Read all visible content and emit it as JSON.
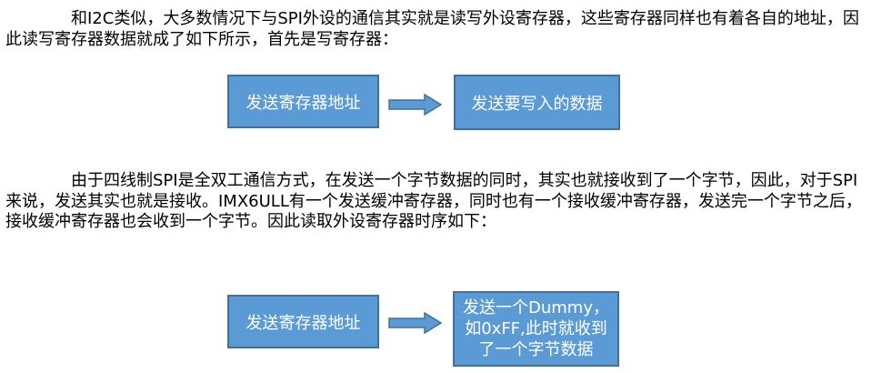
{
  "paragraphs": {
    "first": "和I2C类似，大多数情况下与SPI外设的通信其实就是读写外设寄存器，这些寄存器同样也有着各自的地址，因此读写寄存器数据就成了如下所示，首先是写寄存器：",
    "second": "由于四线制SPI是全双工通信方式，在发送一个字节数据的同时，其实也就接收到了一个字节，因此，对于SPI来说，发送其实也就是接收。IMX6ULL有一个发送缓冲寄存器，同时也有一个接收缓冲寄存器，发送完一个字节之后，接收缓冲寄存器也会收到一个字节。因此读取外设寄存器时序如下："
  },
  "diagram_write": {
    "step1": "发送寄存器地址",
    "step2": "发送要写入的数据"
  },
  "diagram_read": {
    "step1": "发送寄存器地址",
    "step2_lines": [
      "发送一个Dummy，",
      "如0xFF,此时就收到",
      "了一个字节数据"
    ]
  },
  "colors": {
    "box_fill": "#5b9bd5",
    "box_border": "#41719c",
    "arrow_fill": "#5b9bd5",
    "text": "#000000"
  },
  "icons": {
    "arrow": "right-arrow-icon"
  }
}
